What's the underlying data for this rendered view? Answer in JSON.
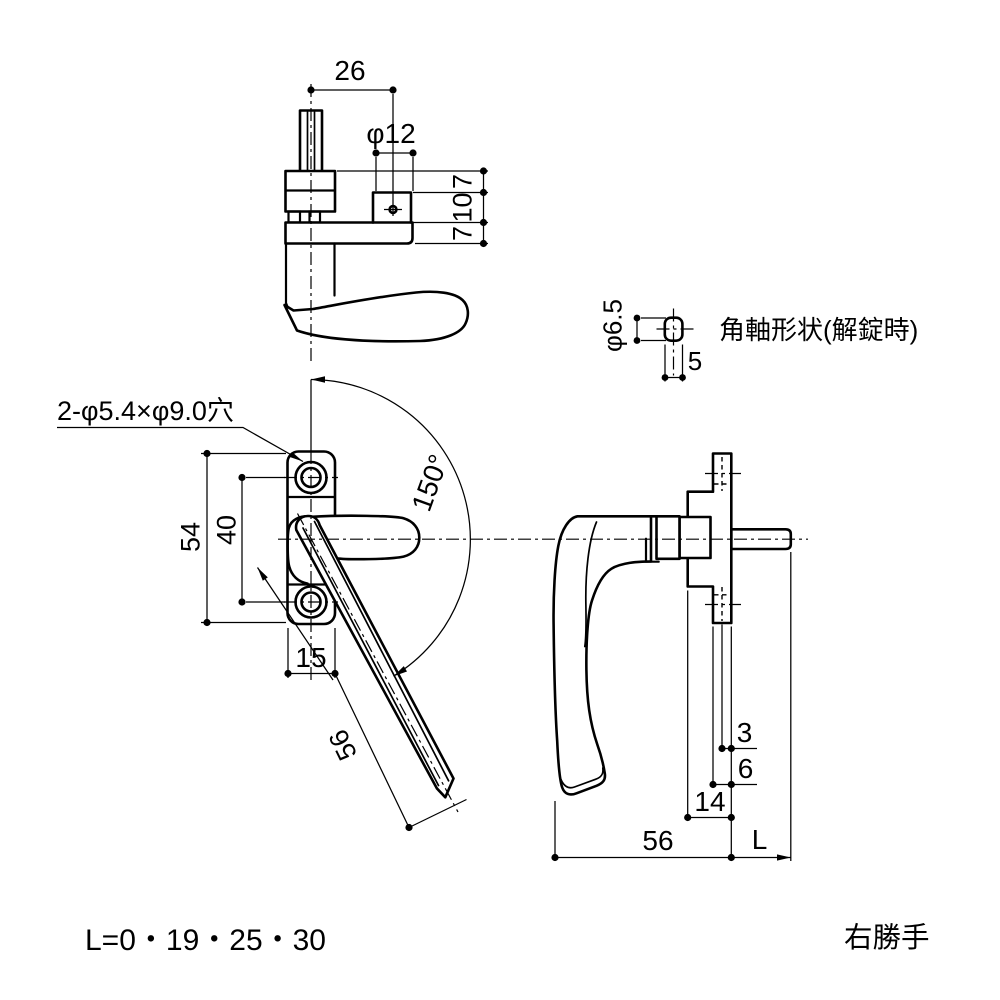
{
  "drawing": {
    "top_view": {
      "dim_26": "26",
      "dim_phi12": "φ12",
      "dim_7_top": "7",
      "dim_10": "10",
      "dim_7_bottom": "7"
    },
    "front_view": {
      "hole_note": "2-φ5.4×φ9.0穴",
      "dim_54": "54",
      "dim_40": "40",
      "dim_15": "15",
      "angle_150": "150°",
      "dim_56": "56"
    },
    "shaft_detail": {
      "dim_phi65": "φ6.5",
      "dim_5": "5",
      "label": "角軸形状(解錠時)"
    },
    "side_view": {
      "dim_3": "3",
      "dim_6": "6",
      "dim_14": "14",
      "dim_56": "56",
      "dim_L": "L"
    },
    "notes": {
      "length_options": "L=0・19・25・30",
      "handing": "右勝手"
    },
    "colors": {
      "line": "#000000",
      "background": "#ffffff"
    }
  }
}
